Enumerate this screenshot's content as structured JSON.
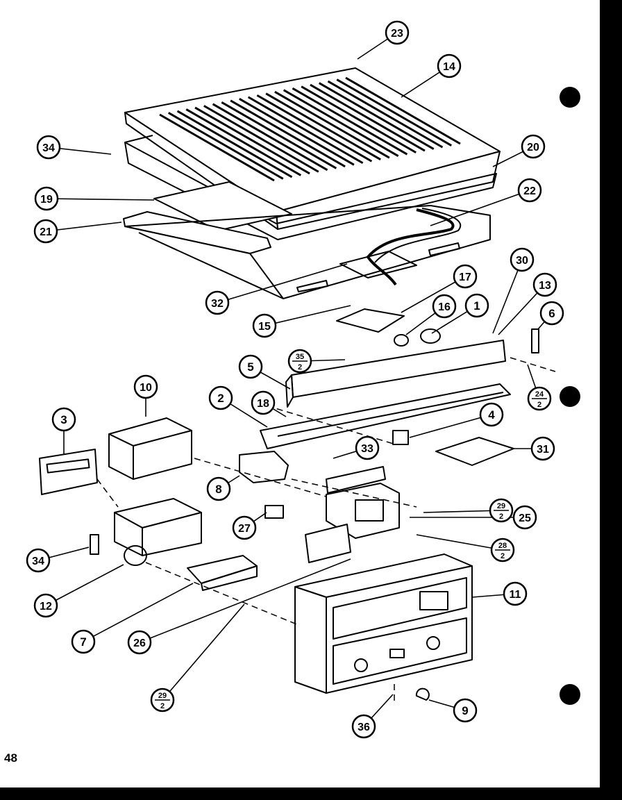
{
  "page_number": "48",
  "callouts": [
    {
      "id": "23",
      "label": "23"
    },
    {
      "id": "14",
      "label": "14"
    },
    {
      "id": "34a",
      "label": "34"
    },
    {
      "id": "20",
      "label": "20"
    },
    {
      "id": "19",
      "label": "19"
    },
    {
      "id": "22",
      "label": "22"
    },
    {
      "id": "21",
      "label": "21"
    },
    {
      "id": "32",
      "label": "32"
    },
    {
      "id": "17",
      "label": "17"
    },
    {
      "id": "30",
      "label": "30"
    },
    {
      "id": "13",
      "label": "13"
    },
    {
      "id": "15",
      "label": "15"
    },
    {
      "id": "16",
      "label": "16"
    },
    {
      "id": "1",
      "label": "1"
    },
    {
      "id": "6",
      "label": "6"
    },
    {
      "id": "5",
      "label": "5"
    },
    {
      "id": "10",
      "label": "10"
    },
    {
      "id": "2",
      "label": "2"
    },
    {
      "id": "18",
      "label": "18"
    },
    {
      "id": "3",
      "label": "3"
    },
    {
      "id": "4",
      "label": "4"
    },
    {
      "id": "33",
      "label": "33"
    },
    {
      "id": "31",
      "label": "31"
    },
    {
      "id": "8",
      "label": "8"
    },
    {
      "id": "25",
      "label": "25"
    },
    {
      "id": "27",
      "label": "27"
    },
    {
      "id": "34b",
      "label": "34"
    },
    {
      "id": "11",
      "label": "11"
    },
    {
      "id": "12",
      "label": "12"
    },
    {
      "id": "7",
      "label": "7"
    },
    {
      "id": "26",
      "label": "26"
    },
    {
      "id": "36",
      "label": "36"
    },
    {
      "id": "9",
      "label": "9"
    }
  ],
  "fraction_callouts": [
    {
      "id": "35-2",
      "top": "35",
      "bottom": "2"
    },
    {
      "id": "24-2",
      "top": "24",
      "bottom": "2"
    },
    {
      "id": "29-2a",
      "top": "29",
      "bottom": "2"
    },
    {
      "id": "28-2",
      "top": "28",
      "bottom": "2"
    },
    {
      "id": "29-2b",
      "top": "29",
      "bottom": "2"
    }
  ]
}
